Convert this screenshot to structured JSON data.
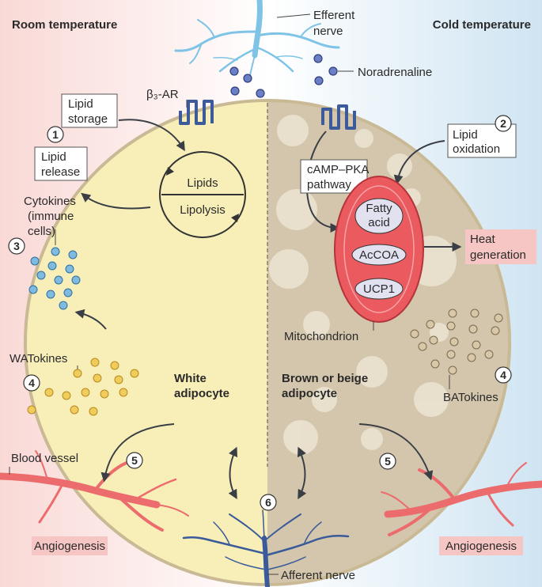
{
  "headers": {
    "left": "Room temperature",
    "right": "Cold temperature"
  },
  "top": {
    "efferent_nerve_1": "Efferent",
    "efferent_nerve_2": "nerve",
    "noradrenaline": "Noradrenaline",
    "receptor": "β₃-AR"
  },
  "left": {
    "lipid_storage_1": "Lipid",
    "lipid_storage_2": "storage",
    "lipid_release_1": "Lipid",
    "lipid_release_2": "release",
    "lipids": "Lipids",
    "lipolysis": "Lipolysis",
    "cytokines_1": "Cytokines",
    "cytokines_2": "(immune",
    "cytokines_3": "cells)",
    "watokines": "WATokines",
    "cell_1": "White",
    "cell_2": "adipocyte",
    "blood_vessel": "Blood vessel",
    "angiogenesis": "Angiogenesis"
  },
  "right": {
    "lipid_oxidation_1": "Lipid",
    "lipid_oxidation_2": "oxidation",
    "camp_1": "cAMP–PKA",
    "camp_2": "pathway",
    "fatty_1": "Fatty",
    "fatty_2": "acid",
    "accoa": "AcCOA",
    "ucp1": "UCP1",
    "mitochondrion": "Mitochondrion",
    "heat_1": "Heat",
    "heat_2": "generation",
    "batokines": "BATokines",
    "cell_1": "Brown or beige",
    "cell_2": "adipocyte",
    "angiogenesis": "Angiogenesis"
  },
  "bottom": {
    "afferent_nerve": "Afferent nerve"
  },
  "numbers": {
    "lipid_storage": "1",
    "lipid_oxidation": "2",
    "cytokines": "3",
    "watokines": "4",
    "batokines": "4",
    "angio_left": "5",
    "angio_right": "5",
    "afferent": "6"
  },
  "colors": {
    "white_cell": "#f8efb8",
    "brown_cell": "#d3c6ac",
    "mitochondrion": "#ea5a5f",
    "vessel": "#ec6b6d",
    "nerve": "#3a5a9a",
    "cytokine": "#7fbbe0",
    "watokine": "#f0cc5a",
    "batokine": "#d8c8a8"
  }
}
